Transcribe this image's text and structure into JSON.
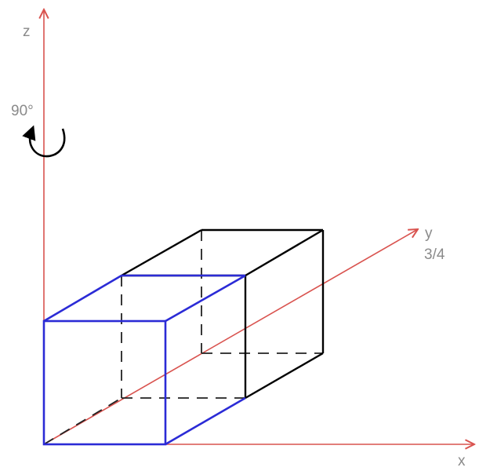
{
  "axes": {
    "z_label": "z",
    "y_label": "y",
    "y_scale_label": "3/4",
    "x_label": "x"
  },
  "rotation": {
    "label": "90°"
  },
  "colors": {
    "axis": "#d9534f",
    "axis_label": "#8a8a8a",
    "front_face": "#2b2bd6",
    "box_edges": "#000000",
    "hidden_edges": "#222222",
    "rotation_arrow": "#000000"
  }
}
